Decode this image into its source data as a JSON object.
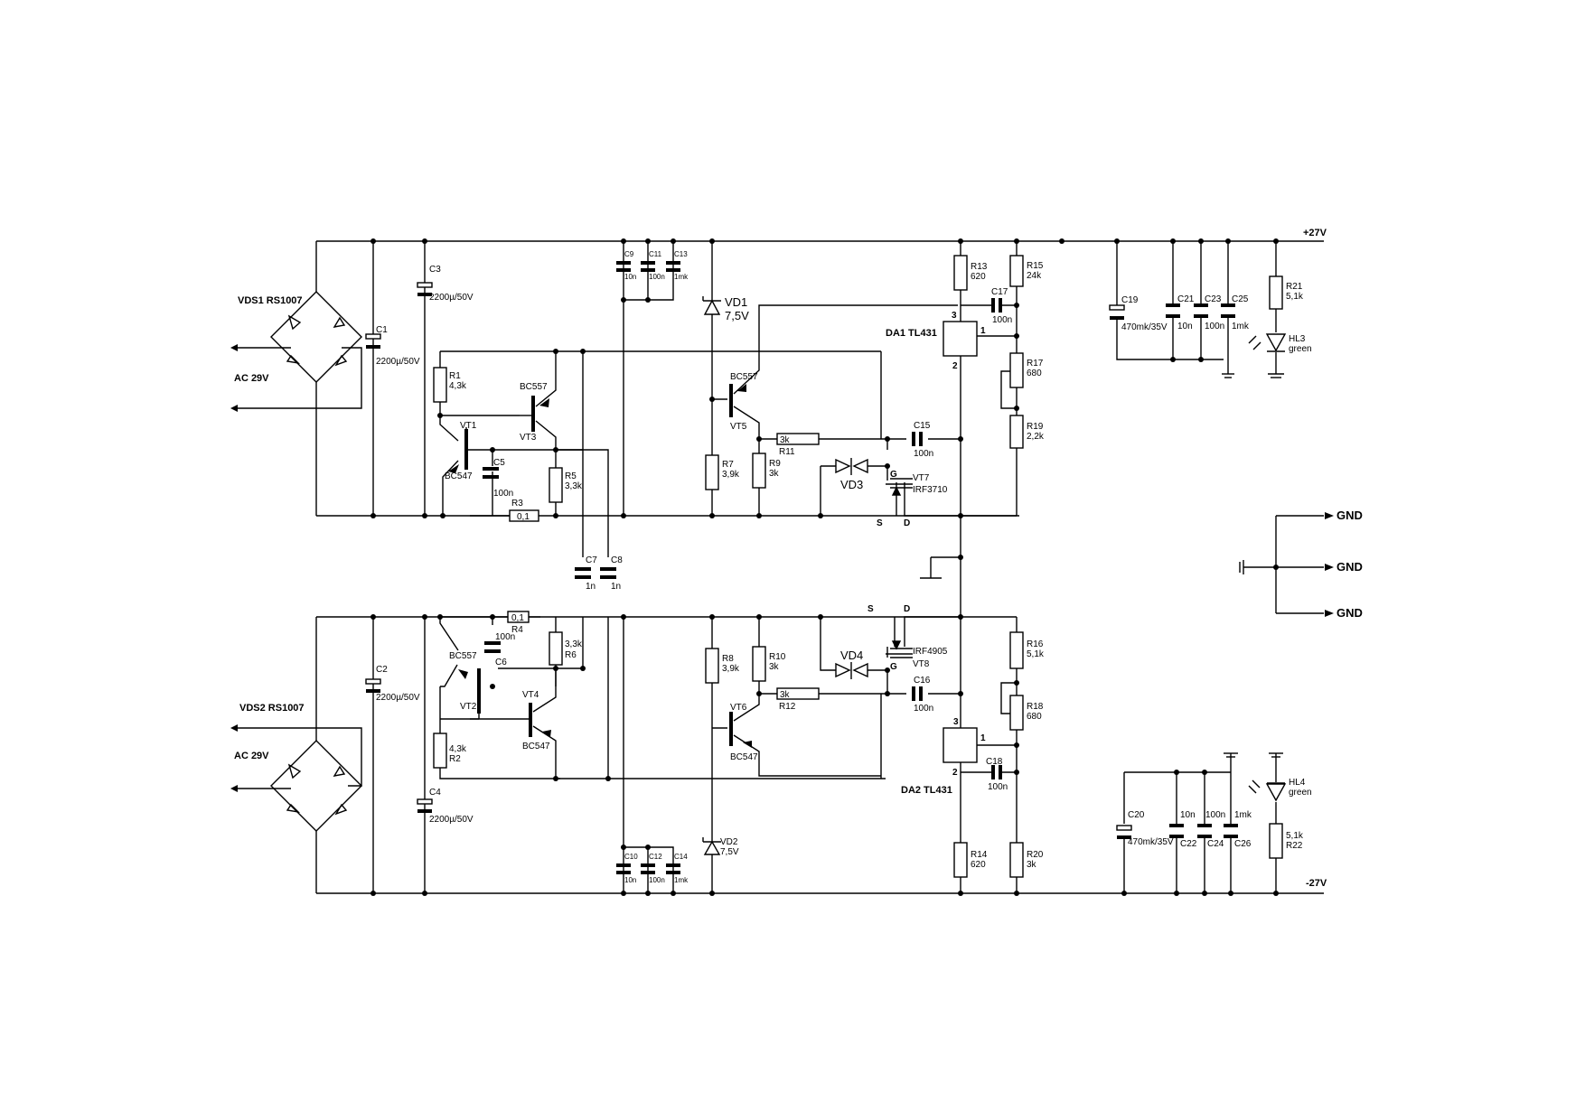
{
  "rails": {
    "pos": "+27V",
    "neg": "-27V",
    "gnd": [
      "GND",
      "GND",
      "GND"
    ]
  },
  "bridges": {
    "vds1": {
      "name": "VDS1 RS1007",
      "ac": "AC 29V"
    },
    "vds2": {
      "name": "VDS2 RS1007",
      "ac": "AC 29V"
    }
  },
  "components": {
    "C1": [
      "C1",
      "2200µ/50V"
    ],
    "C2": [
      "C2",
      "2200µ/50V"
    ],
    "C3": [
      "C3",
      "2200µ/50V"
    ],
    "C4": [
      "C4",
      "2200µ/50V"
    ],
    "C5": [
      "C5",
      "100n"
    ],
    "C6": [
      "C6",
      "100n"
    ],
    "C7": [
      "C7",
      "1n"
    ],
    "C8": [
      "C8",
      "1n"
    ],
    "C9": [
      "C9",
      "10n"
    ],
    "C10": [
      "C10",
      "10n"
    ],
    "C11": [
      "C11",
      "100n"
    ],
    "C12": [
      "C12",
      "100n"
    ],
    "C13": [
      "C13",
      "1mk"
    ],
    "C14": [
      "C14",
      "1mk"
    ],
    "C15": [
      "C15",
      "100n"
    ],
    "C16": [
      "C16",
      "100n"
    ],
    "C17": [
      "C17",
      "100n"
    ],
    "C18": [
      "C18",
      "100n"
    ],
    "C19": [
      "C19",
      "470mk/35V"
    ],
    "C20": [
      "C20",
      "470mk/35V"
    ],
    "C21": [
      "C21",
      "10n"
    ],
    "C22": [
      "C22",
      "10n"
    ],
    "C23": [
      "C23",
      "100n"
    ],
    "C24": [
      "C24",
      "100n"
    ],
    "C25": [
      "C25",
      "1mk"
    ],
    "C26": [
      "C26",
      "1mk"
    ],
    "R1": [
      "R1",
      "4,3k"
    ],
    "R2": [
      "R2",
      "4,3k"
    ],
    "R3": [
      "R3",
      "0,1"
    ],
    "R4": [
      "R4",
      "0,1"
    ],
    "R5": [
      "R5",
      "3,3k"
    ],
    "R6": [
      "R6",
      "3,3k"
    ],
    "R7": [
      "R7",
      "3,9k"
    ],
    "R8": [
      "R8",
      "3,9k"
    ],
    "R9": [
      "R9",
      "3k"
    ],
    "R10": [
      "R10",
      "3k"
    ],
    "R11": [
      "R11",
      "3k"
    ],
    "R12": [
      "R12",
      "3k"
    ],
    "R13": [
      "R13",
      "620"
    ],
    "R14": [
      "R14",
      "620"
    ],
    "R15": [
      "R15",
      "24k"
    ],
    "R16": [
      "R16",
      "5,1k"
    ],
    "R17": [
      "R17",
      "680"
    ],
    "R18": [
      "R18",
      "680"
    ],
    "R19": [
      "R19",
      "2,2k"
    ],
    "R20": [
      "R20",
      "3k"
    ],
    "R21": [
      "R21",
      "5,1k"
    ],
    "R22": [
      "R22",
      "5,1k"
    ],
    "VD1": [
      "VD1",
      "7,5V"
    ],
    "VD2": [
      "VD2",
      "7,5V"
    ],
    "VD3": [
      "VD3"
    ],
    "VD4": [
      "VD4"
    ],
    "VT1": [
      "VT1",
      "BC547"
    ],
    "VT2": [
      "VT2",
      "BC557"
    ],
    "VT3": [
      "VT3",
      "BC557"
    ],
    "VT4": [
      "VT4",
      "BC547"
    ],
    "VT5": [
      "VT5",
      "BC557"
    ],
    "VT6": [
      "VT6",
      "BC547"
    ],
    "VT7": [
      "VT7",
      "IRF3710"
    ],
    "VT8": [
      "VT8",
      "IRF4905"
    ],
    "DA1": [
      "DA1 TL431"
    ],
    "DA2": [
      "DA2 TL431"
    ],
    "HL3": [
      "HL3",
      "green"
    ],
    "HL4": [
      "HL4",
      "green"
    ]
  },
  "pins": {
    "one": "1",
    "two": "2",
    "three": "3",
    "s": "S",
    "g": "G",
    "d": "D"
  }
}
